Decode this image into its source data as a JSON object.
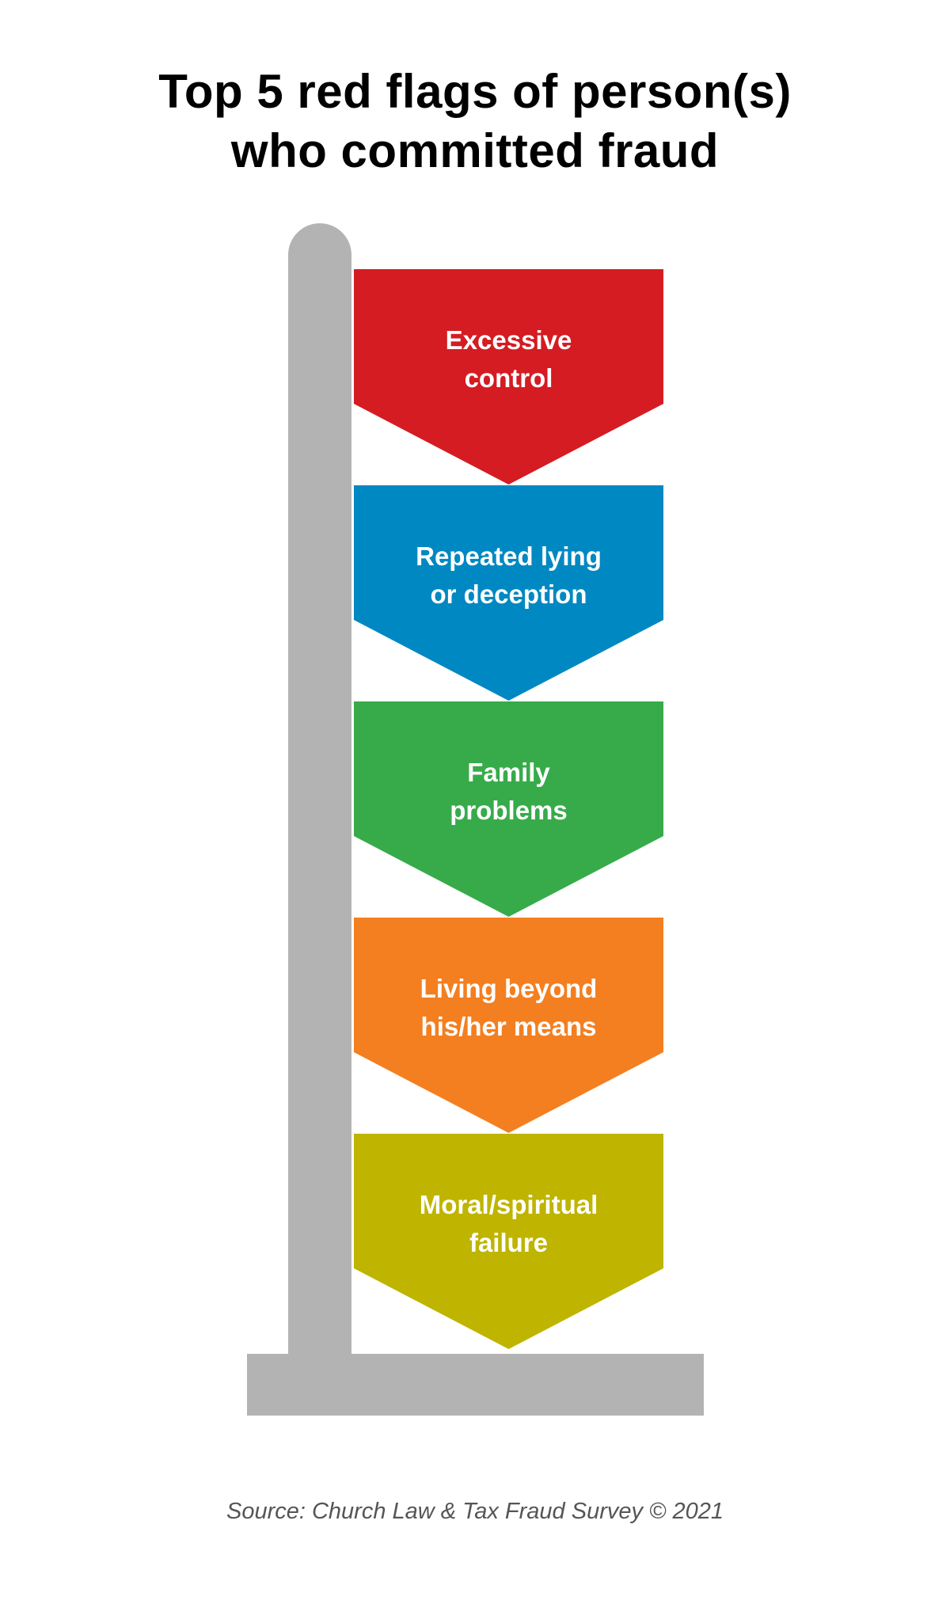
{
  "title": {
    "line1": "Top 5 red flags of person(s)",
    "line2": "who committed fraud"
  },
  "post_color": "#b3b3b3",
  "flags": [
    {
      "line1": "Excessive",
      "line2": "control",
      "color": "#d41c22"
    },
    {
      "line1": "Repeated lying",
      "line2": "or deception",
      "color": "#0088c2"
    },
    {
      "line1": "Family",
      "line2": "problems",
      "color": "#37ab4a"
    },
    {
      "line1": "Living beyond",
      "line2": "his/her means",
      "color": "#f47f20"
    },
    {
      "line1": "Moral/spiritual",
      "line2": "failure",
      "color": "#bfb400"
    }
  ],
  "source": "Source: Church Law & Tax Fraud Survey © 2021"
}
